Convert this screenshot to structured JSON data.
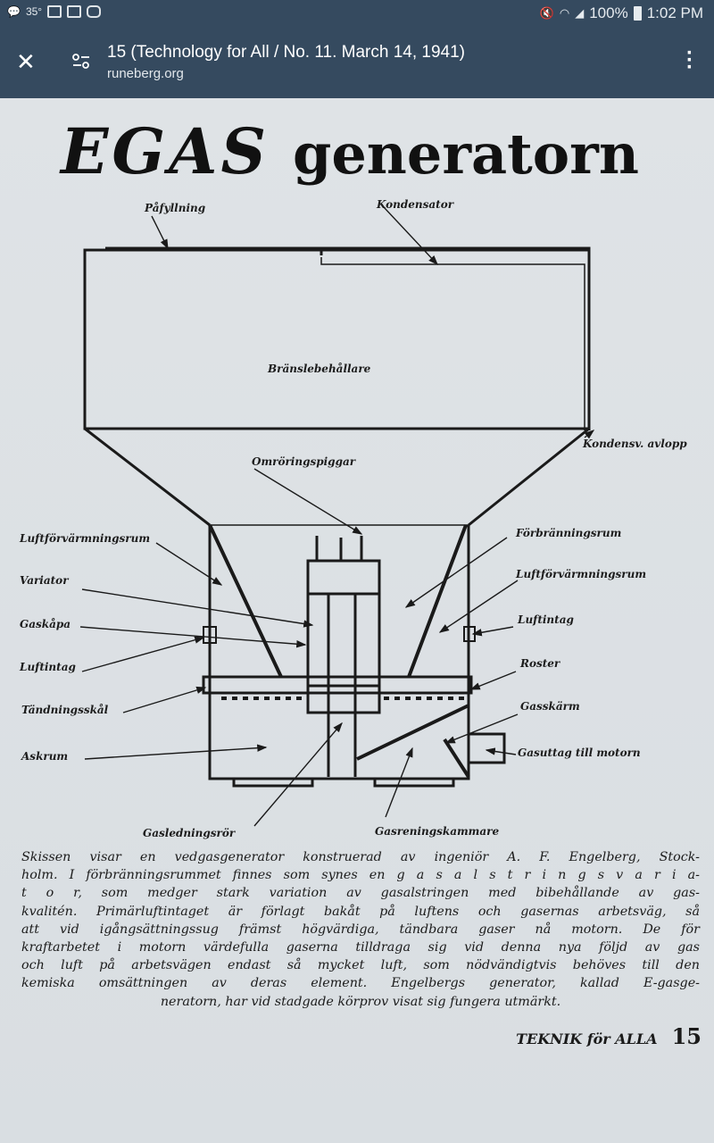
{
  "status_bar": {
    "temperature": "35°",
    "battery": "100%",
    "time": "1:02 PM"
  },
  "toolbar": {
    "title": "15 (Technology for All / No. 11. March 14, 1941)",
    "url": "runeberg.org"
  },
  "page": {
    "headline_a": "EGAS",
    "headline_b": "generatorn",
    "labels": {
      "pafyllning": "Påfyllning",
      "kondensator": "Kondensator",
      "branslebehallare": "Bränslebehållare",
      "kondensv_avlopp": "Kondensv. avlopp",
      "omroringspiggar": "Omröringspiggar",
      "luftforvarmningsrum_left": "Luftförvärmningsrum",
      "variator": "Variator",
      "gaskapa": "Gaskåpa",
      "luftintag_left": "Luftintag",
      "tandningsskal": "Tändningsskål",
      "askrum": "Askrum",
      "gasledningsror": "Gasledningsrör",
      "gasreningskammare": "Gasreningskammare",
      "forbranningsrum": "Förbränningsrum",
      "luftforvarmningsrum_right": "Luftförvärmningsrum",
      "luftintag_right": "Luftintag",
      "roster": "Roster",
      "gasskarm": "Gasskärm",
      "gasuttag": "Gasuttag till motorn"
    },
    "caption_lines": [
      "Skissen visar en vedgasgenerator konstruerad av ingeniör A. F. Engelberg, Stock-",
      "holm. I förbränningsrummet finnes som synes en g a s a l s t r i n g s v a r i a-",
      "t o r, som medger stark variation av gasalstringen med bibehållande av gas-",
      "kvalitén. Primärluftintaget är förlagt bakåt på luftens och gasernas arbetsväg, så",
      "att vid igångsättningssug främst högvärdiga, tändbara gaser nå motorn. De för",
      "kraftarbetet i motorn värdefulla gaserna tilldraga sig vid denna nya följd av gas",
      "och luft på arbetsvägen endast så mycket luft, som nödvändigtvis behöves till den",
      "kemiska omsättningen av deras element. Engelbergs generator, kallad E-gasge-",
      "neratorn, har vid stadgade körprov visat sig fungera utmärkt."
    ],
    "footer_magazine": "TEKNIK för ALLA",
    "footer_page": "15"
  }
}
